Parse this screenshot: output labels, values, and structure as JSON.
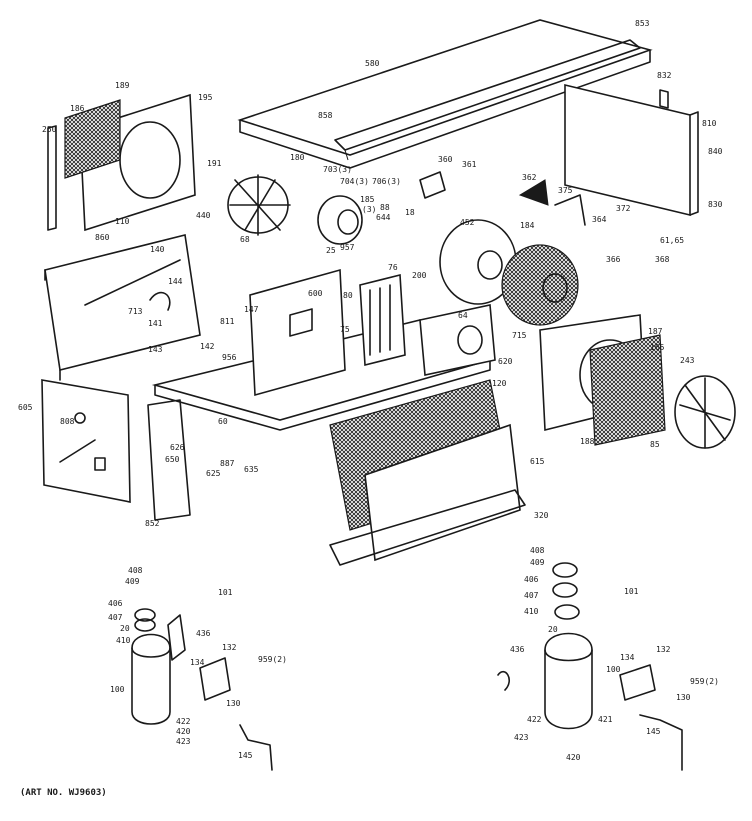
{
  "caption": "(ART NO. WJ9603)",
  "labels": [
    {
      "id": "l853",
      "text": "853"
    },
    {
      "id": "l580",
      "text": "580"
    },
    {
      "id": "l858",
      "text": "858"
    },
    {
      "id": "l189",
      "text": "189"
    },
    {
      "id": "l186",
      "text": "186"
    },
    {
      "id": "l195",
      "text": "195"
    },
    {
      "id": "l250",
      "text": "250"
    },
    {
      "id": "l191",
      "text": "191"
    },
    {
      "id": "l180",
      "text": "180"
    },
    {
      "id": "l703",
      "text": "703(3)"
    },
    {
      "id": "l704",
      "text": "704(3)"
    },
    {
      "id": "l706",
      "text": "706(3)"
    },
    {
      "id": "l360",
      "text": "360"
    },
    {
      "id": "l361",
      "text": "361"
    },
    {
      "id": "l362",
      "text": "362"
    },
    {
      "id": "l375",
      "text": "375"
    },
    {
      "id": "l832",
      "text": "832"
    },
    {
      "id": "l810",
      "text": "810"
    },
    {
      "id": "l840",
      "text": "840"
    },
    {
      "id": "l830",
      "text": "830"
    },
    {
      "id": "l860",
      "text": "860"
    },
    {
      "id": "l110",
      "text": "110"
    },
    {
      "id": "l140",
      "text": "140"
    },
    {
      "id": "l440",
      "text": "440"
    },
    {
      "id": "l88",
      "text": "88"
    },
    {
      "id": "l185",
      "text": "185"
    },
    {
      "id": "l185b",
      "text": "(3)"
    },
    {
      "id": "l25",
      "text": "25"
    },
    {
      "id": "l644",
      "text": "644"
    },
    {
      "id": "l452",
      "text": "452"
    },
    {
      "id": "l18",
      "text": "18"
    },
    {
      "id": "l184",
      "text": "184"
    },
    {
      "id": "l364",
      "text": "364"
    },
    {
      "id": "l372",
      "text": "372"
    },
    {
      "id": "l6165",
      "text": "61,65"
    },
    {
      "id": "l366",
      "text": "366"
    },
    {
      "id": "l368",
      "text": "368"
    },
    {
      "id": "l68",
      "text": "68"
    },
    {
      "id": "l957",
      "text": "957"
    },
    {
      "id": "l76",
      "text": "76"
    },
    {
      "id": "l200",
      "text": "200"
    },
    {
      "id": "l144",
      "text": "144"
    },
    {
      "id": "l713",
      "text": "713"
    },
    {
      "id": "l141",
      "text": "141"
    },
    {
      "id": "l147",
      "text": "147"
    },
    {
      "id": "l600",
      "text": "600"
    },
    {
      "id": "l80",
      "text": "80"
    },
    {
      "id": "l75",
      "text": "75"
    },
    {
      "id": "l64",
      "text": "64"
    },
    {
      "id": "l715",
      "text": "715"
    },
    {
      "id": "l187",
      "text": "187"
    },
    {
      "id": "l165",
      "text": "165"
    },
    {
      "id": "l243",
      "text": "243"
    },
    {
      "id": "l143",
      "text": "143"
    },
    {
      "id": "l142",
      "text": "142"
    },
    {
      "id": "l811",
      "text": "811"
    },
    {
      "id": "l956",
      "text": "956"
    },
    {
      "id": "l620",
      "text": "620"
    },
    {
      "id": "l120",
      "text": "120"
    },
    {
      "id": "l605",
      "text": "605"
    },
    {
      "id": "l808",
      "text": "808"
    },
    {
      "id": "l60",
      "text": "60"
    },
    {
      "id": "l626",
      "text": "626"
    },
    {
      "id": "l650",
      "text": "650"
    },
    {
      "id": "l887",
      "text": "887"
    },
    {
      "id": "l635",
      "text": "635"
    },
    {
      "id": "l625",
      "text": "625"
    },
    {
      "id": "l188",
      "text": "188"
    },
    {
      "id": "l85",
      "text": "85"
    },
    {
      "id": "l615",
      "text": "615"
    },
    {
      "id": "l852",
      "text": "852"
    },
    {
      "id": "l320",
      "text": "320"
    },
    {
      "id": "l408a",
      "text": "408"
    },
    {
      "id": "l409a",
      "text": "409"
    },
    {
      "id": "l406a",
      "text": "406"
    },
    {
      "id": "l407a",
      "text": "407"
    },
    {
      "id": "l20a",
      "text": "20"
    },
    {
      "id": "l410a",
      "text": "410"
    },
    {
      "id": "l101a",
      "text": "101"
    },
    {
      "id": "l436a",
      "text": "436"
    },
    {
      "id": "l132a",
      "text": "132"
    },
    {
      "id": "l134a",
      "text": "134"
    },
    {
      "id": "l959a",
      "text": "959(2)"
    },
    {
      "id": "l100a",
      "text": "100"
    },
    {
      "id": "l130a",
      "text": "130"
    },
    {
      "id": "l422a",
      "text": "422"
    },
    {
      "id": "l420a",
      "text": "420"
    },
    {
      "id": "l423a",
      "text": "423"
    },
    {
      "id": "l145a",
      "text": "145"
    },
    {
      "id": "l408b",
      "text": "408"
    },
    {
      "id": "l409b",
      "text": "409"
    },
    {
      "id": "l406b",
      "text": "406"
    },
    {
      "id": "l407b",
      "text": "407"
    },
    {
      "id": "l410b",
      "text": "410"
    },
    {
      "id": "l101b",
      "text": "101"
    },
    {
      "id": "l436b",
      "text": "436"
    },
    {
      "id": "l20b",
      "text": "20"
    },
    {
      "id": "l100b",
      "text": "100"
    },
    {
      "id": "l134b",
      "text": "134"
    },
    {
      "id": "l132b",
      "text": "132"
    },
    {
      "id": "l959b",
      "text": "959(2)"
    },
    {
      "id": "l130b",
      "text": "130"
    },
    {
      "id": "l422b",
      "text": "422"
    },
    {
      "id": "l421b",
      "text": "421"
    },
    {
      "id": "l423b",
      "text": "423"
    },
    {
      "id": "l420b",
      "text": "420"
    },
    {
      "id": "l145b",
      "text": "145"
    }
  ]
}
